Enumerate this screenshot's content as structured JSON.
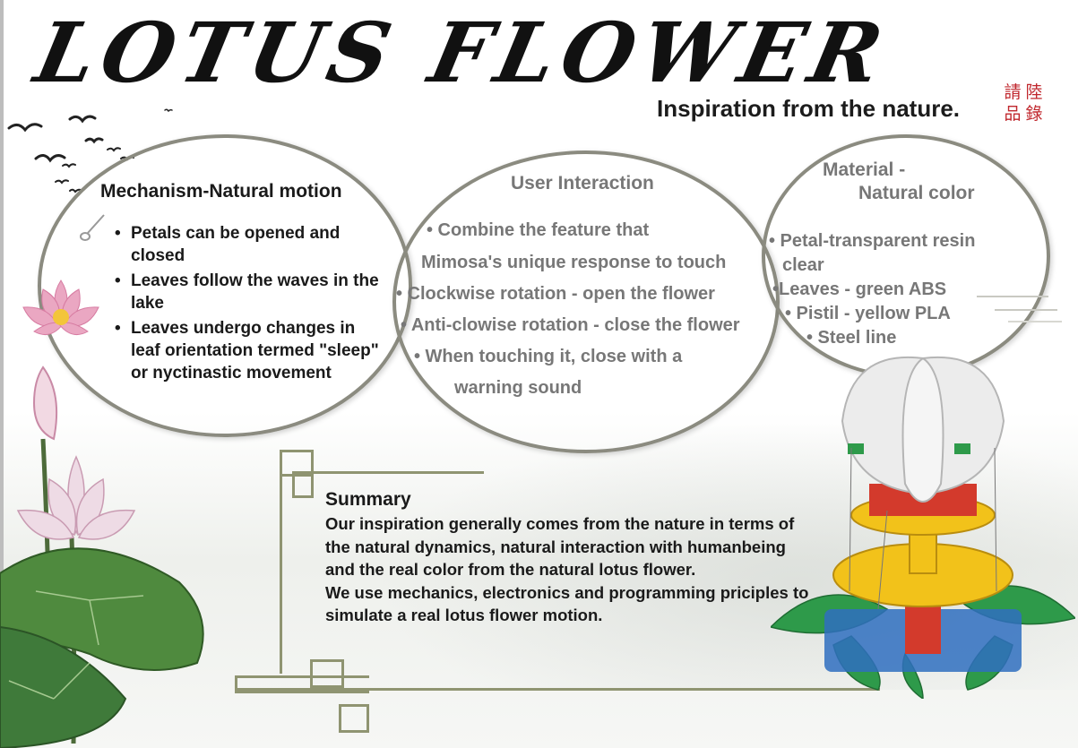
{
  "title": "LOTUS FLOWER",
  "subtitle": "Inspiration from the nature.",
  "seal_chars": [
    "請",
    "陸",
    "品",
    "錄"
  ],
  "mechanism": {
    "heading": "Mechanism-Natural motion",
    "items": [
      "Petals can be opened and closed",
      "Leaves follow the waves in the lake",
      "Leaves undergo changes in leaf orientation termed \"sleep\" or nyctinastic movement"
    ]
  },
  "interaction": {
    "heading": "User Interaction",
    "lines": [
      "•     Combine the feature that",
      "Mimosa's unique response to touch",
      "• Clockwise rotation - open the flower",
      "• Anti-clowise rotation - close the flower",
      "• When touching it, close with a",
      "warning sound"
    ]
  },
  "material": {
    "heading_line1": "Material -",
    "heading_line2": "Natural color",
    "lines": [
      "• Petal-transparent resin",
      "clear",
      "•Leaves - green ABS",
      "• Pistil - yellow PLA",
      "•    Steel line"
    ]
  },
  "summary": {
    "heading": "Summary",
    "paragraph1": "Our inspiration generally comes from the nature in terms of the natural dynamics, natural interaction with humanbeing and the real color from the natural lotus flower.",
    "paragraph2": "We use mechanics, electronics and programming priciples to simulate a real lotus flower motion."
  },
  "colors": {
    "circle_stroke": "#8b8b80",
    "deco_stroke": "#8f9471",
    "seal_red": "#c0272d",
    "leaf_green": "#3f7a3a",
    "petal_pink": "#e89ab8",
    "model_yellow": "#f2c21a",
    "model_red": "#d33a2c",
    "model_blue": "#2f6fbf",
    "model_green": "#2e9a4a"
  },
  "icons": [
    "birds-illustration",
    "brush-icon",
    "lotus-flower-photo",
    "lotus-plant-illustration",
    "lotus-robot-photo"
  ]
}
